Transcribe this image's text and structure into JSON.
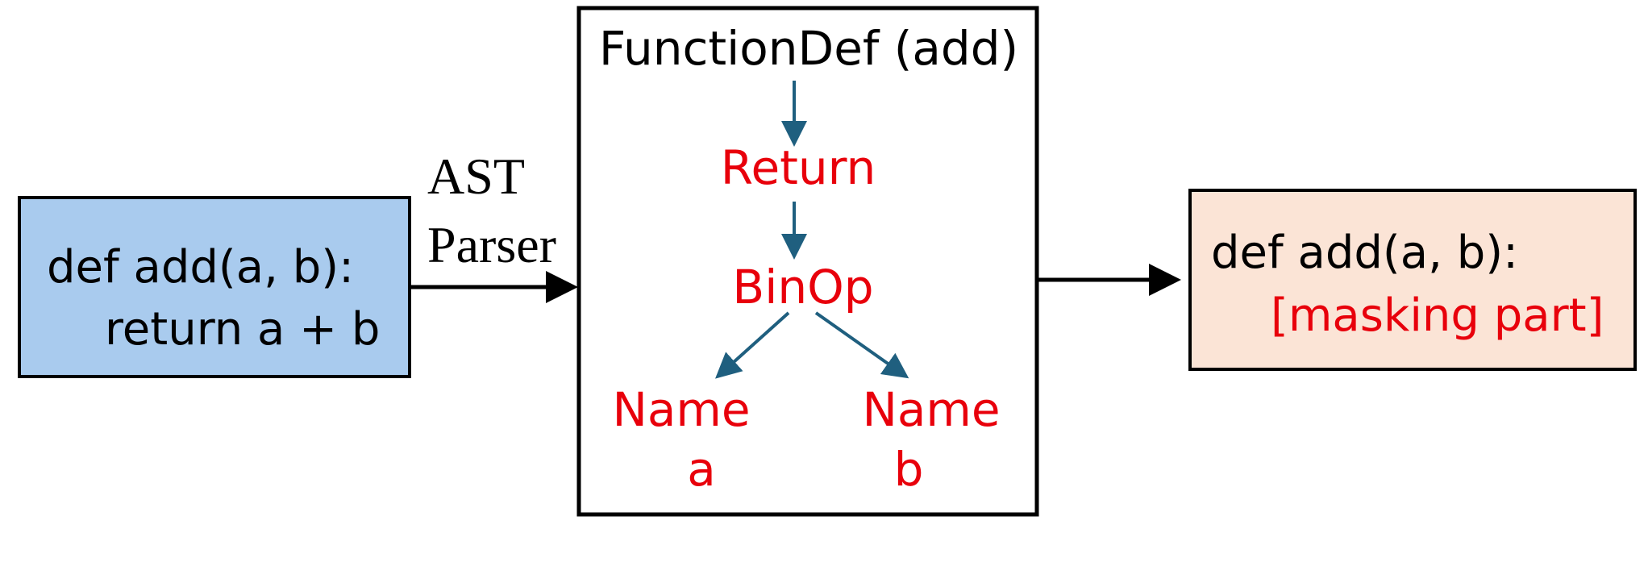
{
  "colors": {
    "input_box_fill": "#a9cbee",
    "output_box_fill": "#fbe4d6",
    "tree_node_red": "#e8000b",
    "tree_arrow_blue": "#1f5f7f",
    "black": "#000000"
  },
  "input_code": {
    "line1": "def add(a, b):",
    "line2": "return a + b"
  },
  "parser_label": {
    "line1": "AST",
    "line2": "Parser"
  },
  "ast_tree": {
    "root": "FunctionDef (add)",
    "return_node": "Return",
    "binop_node": "BinOp",
    "left_leaf": {
      "line1": "Name",
      "line2": "a"
    },
    "right_leaf": {
      "line1": "Name",
      "line2": "b"
    }
  },
  "output_code": {
    "line1": "def add(a, b):",
    "line2": "[masking part]"
  }
}
